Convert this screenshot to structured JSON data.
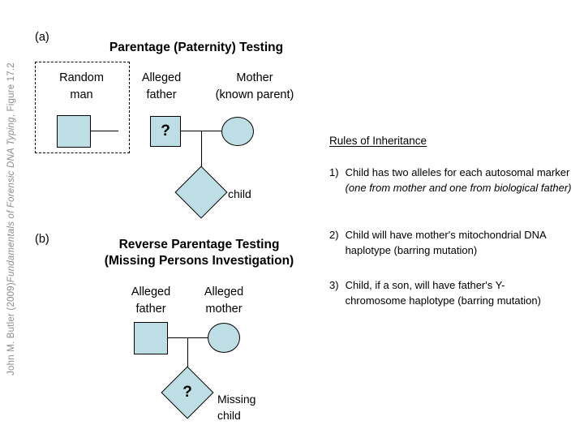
{
  "credit": {
    "prefix": "John M. Butler (2009) ",
    "italic": "Fundamentals of Forensic DNA Typing",
    "suffix": ", Figure 17.2"
  },
  "colors": {
    "symbol_fill": "#bddee4",
    "symbol_stroke": "#000000",
    "credit_text": "#8c8c8c",
    "background": "#ffffff"
  },
  "panel_a": {
    "tag": "(a)",
    "title": "Parentage (Paternity) Testing",
    "random_group_label_line1": "Random",
    "random_group_label_line2": "man",
    "alleged_father_line1": "Alleged",
    "alleged_father_line2": "father",
    "mother_line1": "Mother",
    "mother_line2": "(known parent)",
    "unknown_marker": "?",
    "child_label": "child"
  },
  "panel_b": {
    "tag": "(b)",
    "title_line1": "Reverse Parentage Testing",
    "title_line2": "(Missing Persons Investigation)",
    "alleged_father_line1": "Alleged",
    "alleged_father_line2": "father",
    "alleged_mother_line1": "Alleged",
    "alleged_mother_line2": "mother",
    "unknown_marker": "?",
    "missing_child_line1": "Missing",
    "missing_child_line2": "child"
  },
  "rules": {
    "heading": "Rules of Inheritance",
    "items": [
      {
        "num": "1)",
        "text_plain_a": "Child has two alleles for each autosomal marker ",
        "text_italic": "(one from mother and one from biological father)",
        "text_plain_b": ""
      },
      {
        "num": "2)",
        "text_plain_a": "Child will have mother's mitochondrial DNA haplotype (barring mutation)",
        "text_italic": "",
        "text_plain_b": ""
      },
      {
        "num": "3)",
        "text_plain_a": "Child, if a son, will have father's Y-chromosome haplotype (barring mutation)",
        "text_italic": "",
        "text_plain_b": ""
      }
    ]
  }
}
